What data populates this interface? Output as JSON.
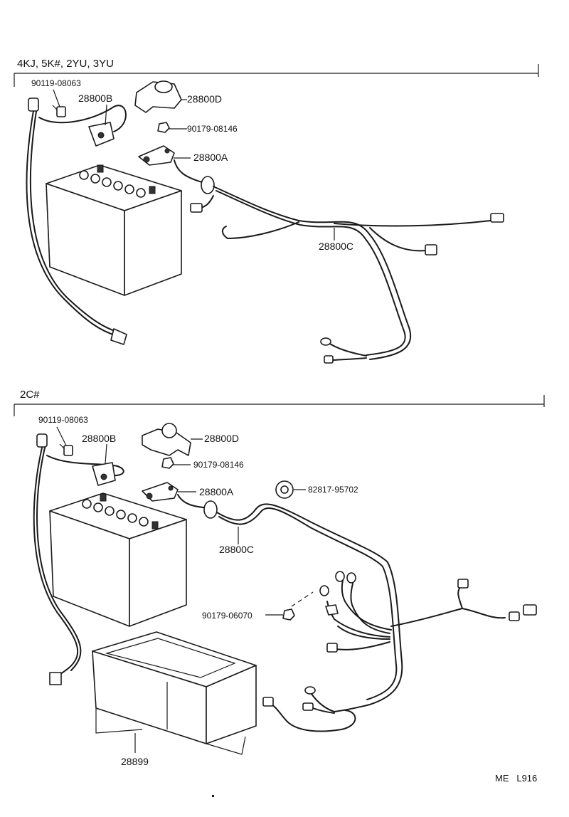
{
  "sections": [
    {
      "heading": "4KJ, 5K#, 2YU, 3YU",
      "parts": {
        "bolt": "90119-08063",
        "cable_b": "28800B",
        "cover_d": "28800D",
        "nut": "90179-08146",
        "clamp_a": "28800A",
        "harness_c": "28800C"
      }
    },
    {
      "heading": "2C#",
      "parts": {
        "bolt": "90119-08063",
        "cable_b": "28800B",
        "cover_d": "28800D",
        "nut": "90179-08146",
        "clamp_a": "28800A",
        "grommet": "82817-95702",
        "harness_c": "28800C",
        "nut_small": "90179-06070",
        "tray": "28899"
      }
    }
  ],
  "footer": {
    "code": "ME   L916"
  },
  "colors": {
    "line": "#1a1a1a",
    "background": "#ffffff"
  }
}
